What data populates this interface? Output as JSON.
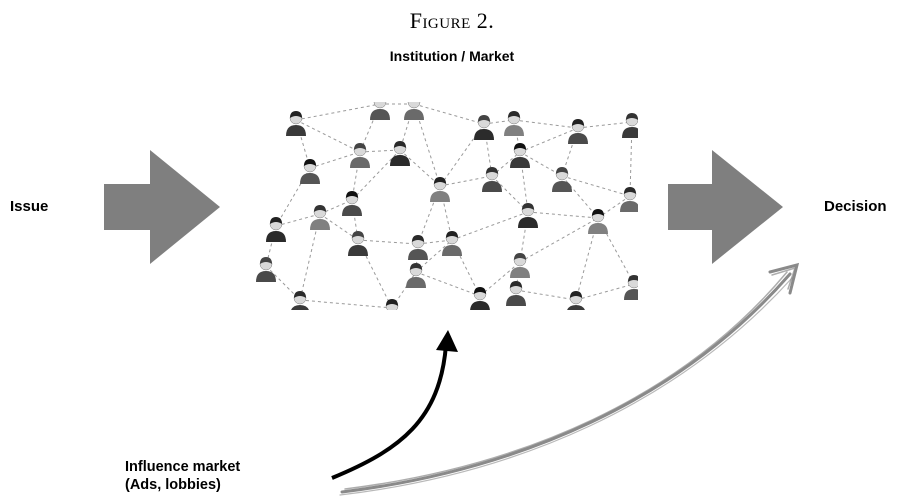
{
  "figure": {
    "label": "Figure 2."
  },
  "center": {
    "title": "Institution / Market"
  },
  "left": {
    "label": "Issue"
  },
  "right": {
    "label": "Decision"
  },
  "influence": {
    "line1": "Influence market",
    "line2": "(Ads, lobbies)"
  },
  "colors": {
    "arrow_gray": "#7f7f7f",
    "sketch_gray": "#8a8a8a",
    "node_line": "#9a9a9a",
    "text": "#000000"
  },
  "icons": [
    "block-arrow-right",
    "curved-arrow-up",
    "sketch-arrow-up-right",
    "people-network"
  ]
}
